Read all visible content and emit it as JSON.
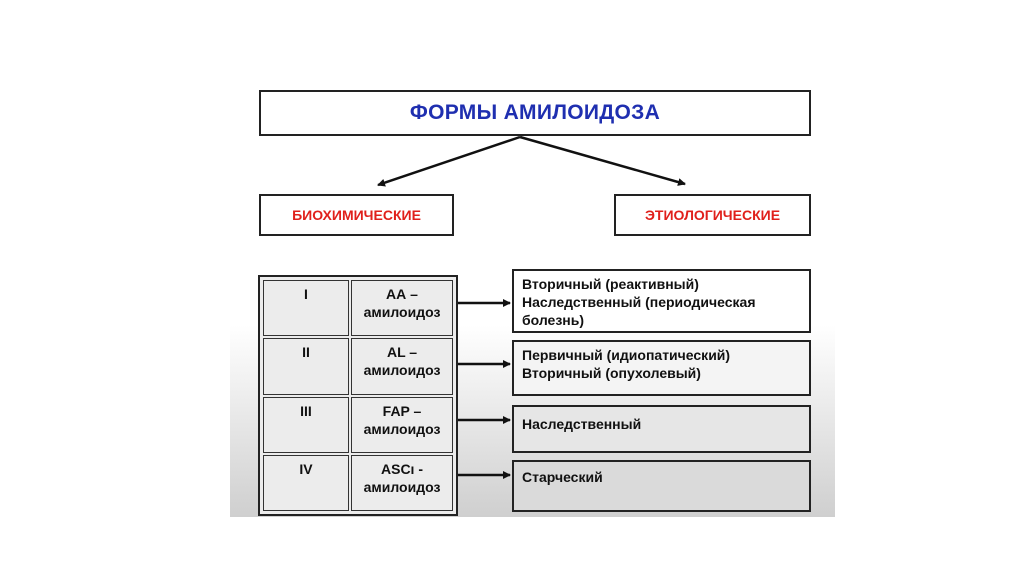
{
  "title": "ФОРМЫ АМИЛОИДОЗА",
  "categories": {
    "biochemical": "БИОХИМИЧЕСКИЕ",
    "etiological": "ЭТИОЛОГИЧЕСКИЕ"
  },
  "rows": [
    {
      "num": "I",
      "type_line1": "АА –",
      "type_line2": "амилоидоз",
      "forms": [
        "Вторичный (реактивный)",
        "Наследственный (периодическая",
        "болезнь)"
      ]
    },
    {
      "num": "II",
      "type_line1": "AL –",
      "type_line2": "амилоидоз",
      "forms": [
        "Первичный (идиопатический)",
        "Вторичный (опухолевый)"
      ]
    },
    {
      "num": "III",
      "type_line1": "FAP –",
      "type_line2": "амилоидоз",
      "forms": [
        "Наследственный"
      ]
    },
    {
      "num": "IV",
      "type_line1": "ASCı -",
      "type_line2": "амилоидоз",
      "forms": [
        "Старческий"
      ]
    }
  ],
  "colors": {
    "title": "#1f2fb0",
    "categories": "#e0201b",
    "text": "#111111",
    "border": "#222222"
  }
}
